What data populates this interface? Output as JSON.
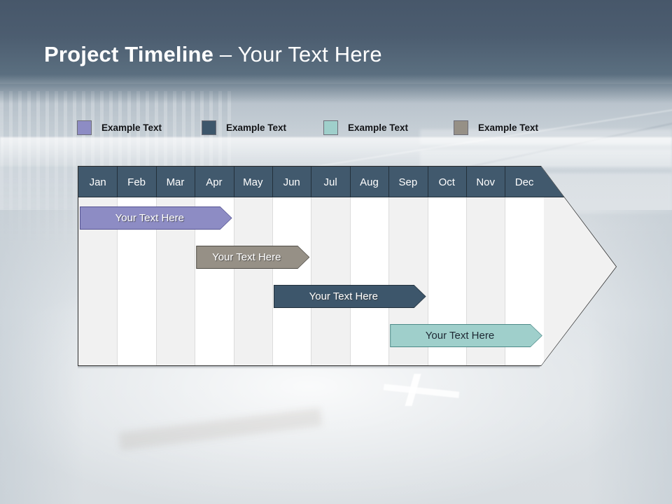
{
  "slide": {
    "title_bold": "Project Timeline",
    "title_sep": " – ",
    "title_light": "Your Text Here"
  },
  "legend": {
    "items": [
      {
        "label": "Example Text",
        "color": "#8d8cc4",
        "swatch_name": "legend-swatch-purple"
      },
      {
        "label": "Example Text",
        "color": "#3d566b",
        "swatch_name": "legend-swatch-navy"
      },
      {
        "label": "Example Text",
        "color": "#9fcfcb",
        "swatch_name": "legend-swatch-teal"
      },
      {
        "label": "Example Text",
        "color": "#969086",
        "swatch_name": "legend-swatch-gray"
      }
    ]
  },
  "timeline": {
    "months": [
      "Jan",
      "Feb",
      "Mar",
      "Apr",
      "May",
      "Jun",
      "Jul",
      "Aug",
      "Sep",
      "Oct",
      "Nov",
      "Dec"
    ],
    "header_bg": "#41596d",
    "header_text_color": "#ffffff",
    "body_bg": "#f1f1f1",
    "alt_column_bg": "#ffffff",
    "outline_color": "#2b2b2b",
    "bars": [
      {
        "label": "Your  Text Here",
        "color": "#8d8cc4",
        "border": "#565492",
        "text_style": "light",
        "start_month": "Jan",
        "end_month": "Apr",
        "row": 1
      },
      {
        "label": "Your  Text Here",
        "color": "#969086",
        "border": "#4f4c46",
        "text_style": "light",
        "start_month": "Apr",
        "end_month": "Jun",
        "row": 2
      },
      {
        "label": "Your  Text Here",
        "color": "#3d566b",
        "border": "#22303c",
        "text_style": "light",
        "start_month": "Jun",
        "end_month": "Sep",
        "row": 3
      },
      {
        "label": "Your  Text Here",
        "color": "#9fcfcb",
        "border": "#4c8a88",
        "text_style": "dark",
        "start_month": "Sep",
        "end_month": "Dec",
        "row": 4
      }
    ]
  }
}
